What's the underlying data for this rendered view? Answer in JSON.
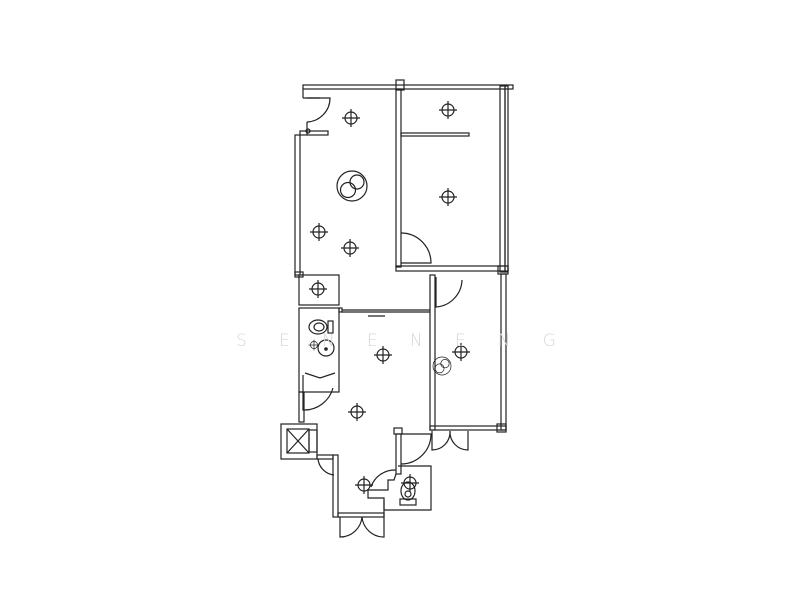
{
  "watermark": {
    "letters": [
      "S",
      "E",
      "N",
      "E",
      "N",
      "E",
      "N",
      "G"
    ]
  },
  "colors": {
    "line": "#222222",
    "background": "#ffffff",
    "watermark": "#d6d6d6"
  },
  "plan": {
    "type": "apartment floor plan",
    "rooms": [
      {
        "name": "living-room",
        "fixtures": [
          "ceiling-light",
          "ceiling-light",
          "ceiling-light",
          "ceiling-fan"
        ]
      },
      {
        "name": "bedroom-1",
        "fixtures": [
          "ceiling-light",
          "ceiling-light"
        ]
      },
      {
        "name": "bedroom-2",
        "fixtures": [
          "ceiling-light",
          "ceiling-fan"
        ]
      },
      {
        "name": "storage",
        "fixtures": [
          "ceiling-light"
        ]
      },
      {
        "name": "bathroom",
        "fixtures": [
          "toilet",
          "sink",
          "ceiling-light"
        ]
      },
      {
        "name": "hallway",
        "fixtures": [
          "ceiling-light",
          "ceiling-light"
        ]
      },
      {
        "name": "entry",
        "fixtures": [
          "ceiling-light"
        ]
      },
      {
        "name": "wc",
        "fixtures": [
          "urinal",
          "ceiling-light"
        ]
      },
      {
        "name": "shaft",
        "fixtures": []
      }
    ]
  }
}
